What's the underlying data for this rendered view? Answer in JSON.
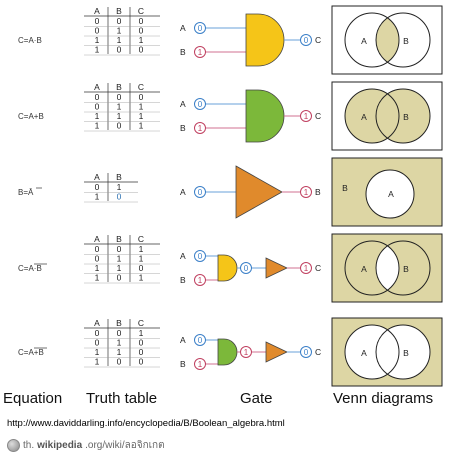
{
  "rows": [
    {
      "equation": "C=A·B",
      "headers": [
        "A",
        "B",
        "C"
      ],
      "table": [
        [
          "0",
          "0",
          "0"
        ],
        [
          "0",
          "1",
          "0"
        ],
        [
          "1",
          "1",
          "1"
        ],
        [
          "1",
          "0",
          "0"
        ]
      ],
      "gate": "and",
      "inputs": [
        {
          "letter": "A",
          "value": "0"
        },
        {
          "letter": "B",
          "value": "1"
        }
      ],
      "output": {
        "letter": "C",
        "value": "0"
      },
      "venn": "intersection",
      "venn_labels": [
        "A",
        "B"
      ]
    },
    {
      "equation": "C=A+B",
      "headers": [
        "A",
        "B",
        "C"
      ],
      "table": [
        [
          "0",
          "0",
          "0"
        ],
        [
          "0",
          "1",
          "1"
        ],
        [
          "1",
          "1",
          "1"
        ],
        [
          "1",
          "0",
          "1"
        ]
      ],
      "gate": "or",
      "inputs": [
        {
          "letter": "A",
          "value": "0"
        },
        {
          "letter": "B",
          "value": "1"
        }
      ],
      "output": {
        "letter": "C",
        "value": "1"
      },
      "venn": "union",
      "venn_labels": [
        "A",
        "B"
      ]
    },
    {
      "equation": "B=Ā",
      "headers": [
        "A",
        "B"
      ],
      "table": [
        [
          "0",
          "1"
        ],
        [
          "1",
          "0"
        ]
      ],
      "gate": "not",
      "inputs": [
        {
          "letter": "A",
          "value": "0"
        }
      ],
      "output": {
        "letter": "B",
        "value": "1"
      },
      "venn": "complement",
      "venn_labels": [
        "B",
        "A"
      ]
    },
    {
      "equation": "C=A·B",
      "headers": [
        "A",
        "B",
        "C"
      ],
      "table": [
        [
          "0",
          "0",
          "1"
        ],
        [
          "0",
          "1",
          "1"
        ],
        [
          "1",
          "1",
          "0"
        ],
        [
          "1",
          "0",
          "1"
        ]
      ],
      "gate": "nand",
      "inputs": [
        {
          "letter": "A",
          "value": "0"
        },
        {
          "letter": "B",
          "value": "1"
        }
      ],
      "mid": "0",
      "output": {
        "letter": "C",
        "value": "1"
      },
      "venn": "nand",
      "venn_labels": [
        "A",
        "B"
      ]
    },
    {
      "equation": "C=A+B",
      "headers": [
        "A",
        "B",
        "C"
      ],
      "table": [
        [
          "0",
          "0",
          "1"
        ],
        [
          "0",
          "1",
          "0"
        ],
        [
          "1",
          "1",
          "0"
        ],
        [
          "1",
          "0",
          "0"
        ]
      ],
      "gate": "nor",
      "inputs": [
        {
          "letter": "A",
          "value": "0"
        },
        {
          "letter": "B",
          "value": "1"
        }
      ],
      "mid": "1",
      "output": {
        "letter": "C",
        "value": "0"
      },
      "venn": "nor",
      "venn_labels": [
        "A",
        "B"
      ]
    }
  ],
  "columns": {
    "equation": "Equation",
    "truth_table": "Truth table",
    "gate": "Gate",
    "venn": "Venn diagrams"
  },
  "source_url": "http://www.daviddarling.info/encyclopedia/B/Boolean_algebra.html",
  "wiki": {
    "prefix": "th.",
    "bold": "wikipedia",
    "suffix": ".org/wiki/ลอจิกเกต"
  },
  "colors": {
    "and": "#f5c518",
    "or": "#7cb83a",
    "not": "#e08a2c",
    "venn_fill": "#ddd6a4",
    "bubble_blue": "#3a7fc8",
    "bubble_red": "#c04060",
    "wire_blue": "#6aa0d8",
    "wire_red": "#d07090"
  }
}
